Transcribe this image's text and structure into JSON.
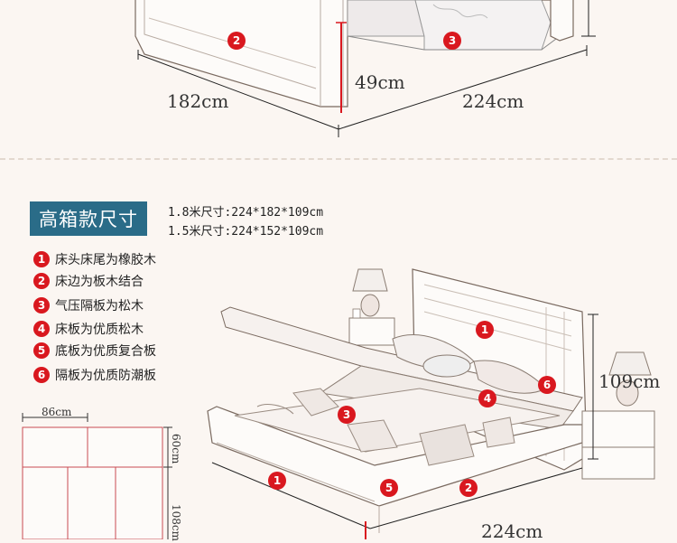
{
  "top_dimensions": {
    "width": "182cm",
    "length": "224cm",
    "height": "49cm"
  },
  "section_title": "高箱款尺寸",
  "sizes": [
    "1.8米尺寸:224*182*109cm",
    "1.5米尺寸:224*152*109cm"
  ],
  "features": [
    {
      "number": "1",
      "text": "床头床尾为橡胶木"
    },
    {
      "number": "2",
      "text": "床边为板木结合"
    },
    {
      "number": "3",
      "text": "气压隔板为松木"
    },
    {
      "number": "4",
      "text": "床板为优质松木"
    },
    {
      "number": "5",
      "text": "底板为优质复合板"
    },
    {
      "number": "6",
      "text": "隔板为优质防潮板"
    }
  ],
  "bed_dimensions": {
    "headboard_height": "109cm",
    "length_partial": "224cm"
  },
  "cabinet_dimensions": {
    "width": "86cm",
    "upper_height": "60cm",
    "lower_height": "108cm"
  },
  "top_markers": [
    "2",
    "3"
  ],
  "bed_markers": [
    "1",
    "6",
    "4",
    "3",
    "1",
    "5",
    "2"
  ],
  "colors": {
    "accent_red": "#d9181f",
    "title_blue": "#2a6c88",
    "background": "#fbf6f2"
  }
}
